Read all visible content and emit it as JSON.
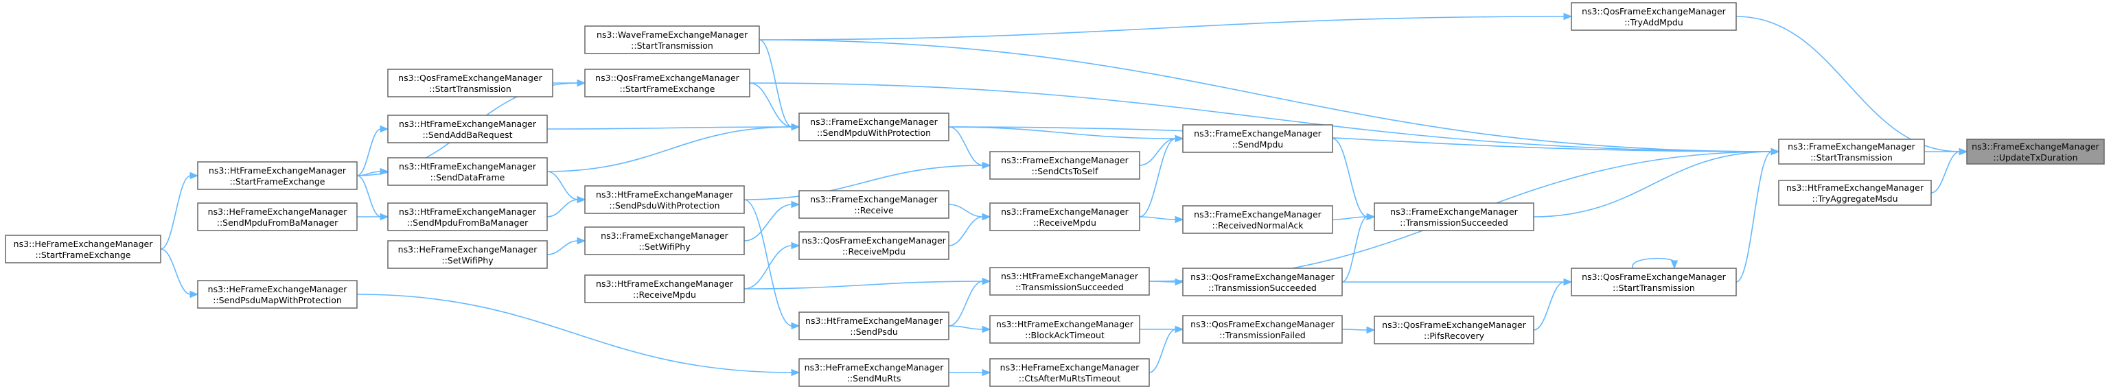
{
  "graph": {
    "edge_color": "#63b8ff",
    "root_fill": "#999999",
    "node_border": "#666666",
    "nodes": {
      "root": {
        "line1": "ns3::FrameExchangeManager",
        "line2": "::UpdateTxDuration"
      },
      "fem_st": {
        "line1": "ns3::FrameExchangeManager",
        "line2": "::StartTransmission"
      },
      "htfem_tam": {
        "line1": "ns3::HtFrameExchangeManager",
        "line2": "::TryAggregateMsdu"
      },
      "qos_tam": {
        "line1": "ns3::QosFrameExchangeManager",
        "line2": "::TryAddMpdu"
      },
      "wave_st": {
        "line1": "ns3::WaveFrameExchangeManager",
        "line2": "::StartTransmission"
      },
      "qos_sfe": {
        "line1": "ns3::QosFrameExchangeManager",
        "line2": "::StartFrameExchange"
      },
      "qos_st1": {
        "line1": "ns3::QosFrameExchangeManager",
        "line2": "::StartTransmission"
      },
      "fem_smwp": {
        "line1": "ns3::FrameExchangeManager",
        "line2": "::SendMpduWithProtection"
      },
      "ht_saba": {
        "line1": "ns3::HtFrameExchangeManager",
        "line2": "::SendAddBaRequest"
      },
      "ht_sdf": {
        "line1": "ns3::HtFrameExchangeManager",
        "line2": "::SendDataFrame"
      },
      "ht_sfe": {
        "line1": "ns3::HtFrameExchangeManager",
        "line2": "::StartFrameExchange"
      },
      "he_sfe": {
        "line1": "ns3::HeFrameExchangeManager",
        "line2": "::StartFrameExchange"
      },
      "he_smfba": {
        "line1": "ns3::HeFrameExchangeManager",
        "line2": "::SendMpduFromBaManager"
      },
      "ht_smfba": {
        "line1": "ns3::HtFrameExchangeManager",
        "line2": "::SendMpduFromBaManager"
      },
      "ht_spwp": {
        "line1": "ns3::HtFrameExchangeManager",
        "line2": "::SendPsduWithProtection"
      },
      "fem_scts": {
        "line1": "ns3::FrameExchangeManager",
        "line2": "::SendCtsToSelf"
      },
      "fem_sm": {
        "line1": "ns3::FrameExchangeManager",
        "line2": "::SendMpdu"
      },
      "fem_recv": {
        "line1": "ns3::FrameExchangeManager",
        "line2": "::Receive"
      },
      "fem_swp": {
        "line1": "ns3::FrameExchangeManager",
        "line2": "::SetWifiPhy"
      },
      "he_swp": {
        "line1": "ns3::HeFrameExchangeManager",
        "line2": "::SetWifiPhy"
      },
      "qos_rm": {
        "line1": "ns3::QosFrameExchangeManager",
        "line2": "::ReceiveMpdu"
      },
      "fem_rm": {
        "line1": "ns3::FrameExchangeManager",
        "line2": "::ReceiveMpdu"
      },
      "fem_rna": {
        "line1": "ns3::FrameExchangeManager",
        "line2": "::ReceivedNormalAck"
      },
      "fem_ts": {
        "line1": "ns3::FrameExchangeManager",
        "line2": "::TransmissionSucceeded"
      },
      "ht_rm": {
        "line1": "ns3::HtFrameExchangeManager",
        "line2": "::ReceiveMpdu"
      },
      "ht_ts": {
        "line1": "ns3::HtFrameExchangeManager",
        "line2": "::TransmissionSucceeded"
      },
      "qos_ts": {
        "line1": "ns3::QosFrameExchangeManager",
        "line2": "::TransmissionSucceeded"
      },
      "qos_st2": {
        "line1": "ns3::QosFrameExchangeManager",
        "line2": "::StartTransmission"
      },
      "he_spmwp": {
        "line1": "ns3::HeFrameExchangeManager",
        "line2": "::SendPsduMapWithProtection"
      },
      "ht_sp": {
        "line1": "ns3::HtFrameExchangeManager",
        "line2": "::SendPsdu"
      },
      "ht_bat": {
        "line1": "ns3::HtFrameExchangeManager",
        "line2": "::BlockAckTimeout"
      },
      "qos_tf": {
        "line1": "ns3::QosFrameExchangeManager",
        "line2": "::TransmissionFailed"
      },
      "qos_pr": {
        "line1": "ns3::QosFrameExchangeManager",
        "line2": "::PifsRecovery"
      },
      "he_smr": {
        "line1": "ns3::HeFrameExchangeManager",
        "line2": "::SendMuRts"
      },
      "he_camrt": {
        "line1": "ns3::HeFrameExchangeManager",
        "line2": "::CtsAfterMuRtsTimeout"
      }
    }
  }
}
